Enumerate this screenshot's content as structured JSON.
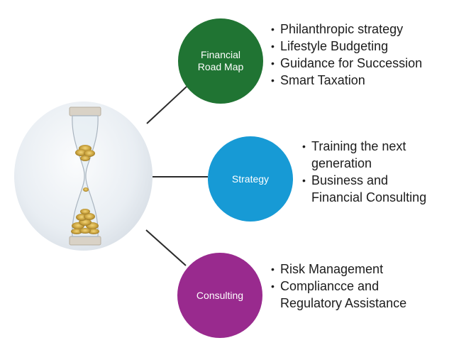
{
  "nodes": [
    {
      "id": "financial-road-map",
      "label": "Financial\nRoad Map",
      "color": "#207433",
      "items": [
        "Philanthropic  strategy",
        "Lifestyle Budgeting",
        "Guidance for Succession",
        "Smart Taxation"
      ]
    },
    {
      "id": "strategy",
      "label": "Strategy",
      "color": "#179ad5",
      "items": [
        "Training the next\ngeneration",
        "Business and\nFinancial Consulting"
      ]
    },
    {
      "id": "consulting",
      "label": "Consulting",
      "color": "#992a8e",
      "items": [
        "Risk Management",
        "Compliancce and\nRegulatory Assistance"
      ]
    }
  ],
  "hub": {
    "image": "hourglass with gold coins",
    "colors": {
      "glass": "#dfe7ee",
      "frame": "#d6cfc4",
      "coins": "#c9a23e"
    }
  },
  "connector_color": "#2b2b2b"
}
